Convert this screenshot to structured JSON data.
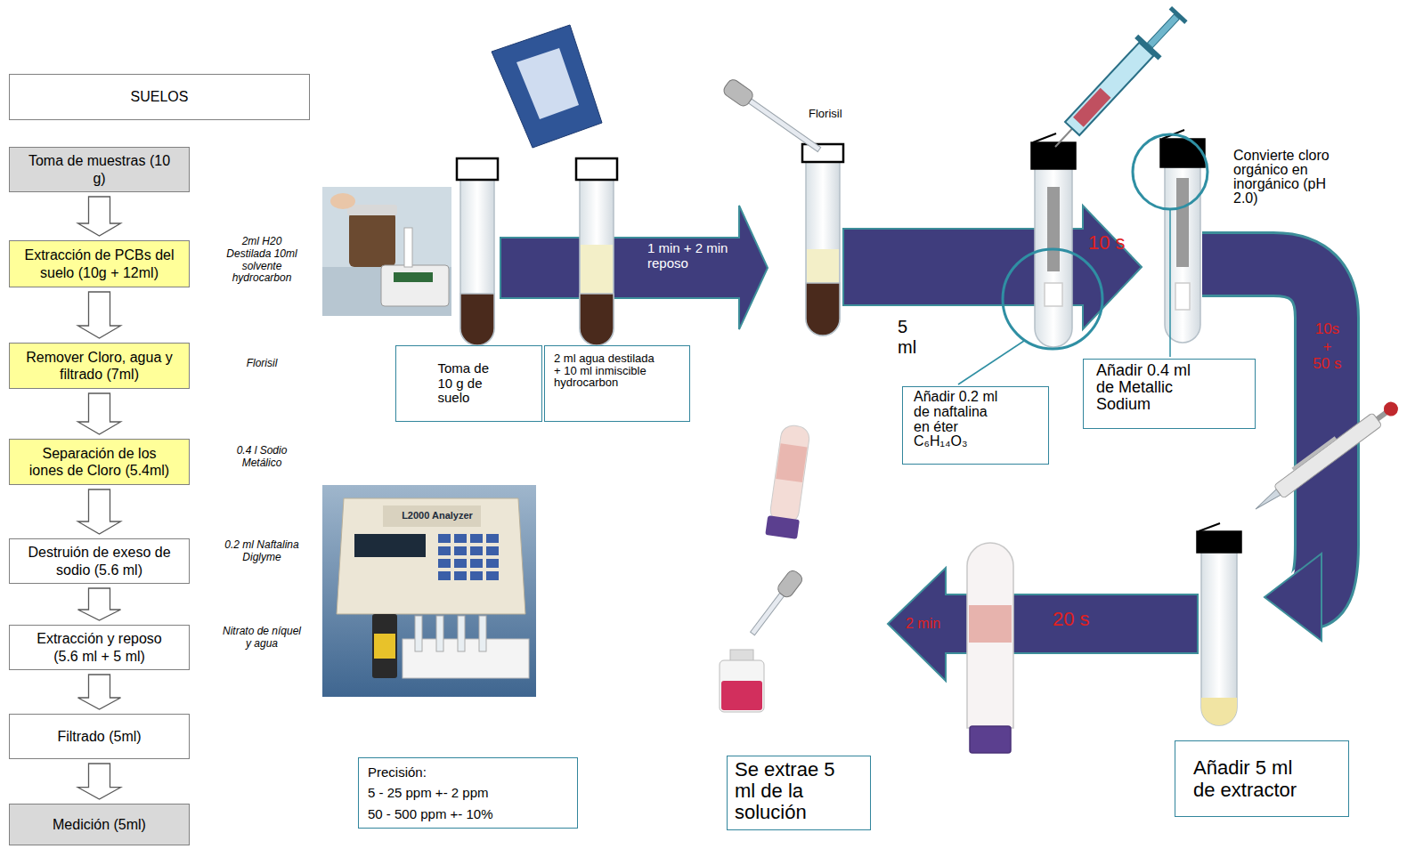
{
  "diagram": {
    "nodes": [
      {
        "text": [
          "SUELOS"
        ]
      },
      {
        "text": [
          "Toma de muestras (10 g)"
        ]
      },
      {
        "text": [
          "Extracción de PCBs del suelo (10g + 12ml)"
        ]
      },
      {
        "text": [
          "Remover Cloro, agua y filtrado (7ml)"
        ]
      },
      {
        "text": [
          "Separación de los iones de Cloro (5.4ml)"
        ]
      },
      {
        "text": [
          "Destruión de exeso de sodio (5.6 ml)"
        ]
      },
      {
        "text": [
          "Extracción y reposo (5.6 ml + 5 ml)"
        ]
      },
      {
        "text": [
          "Filtrado (5ml)"
        ]
      },
      {
        "text": [
          "Medición (5ml)"
        ]
      },
      {
        "text": [
          "Toma de 10 g de suelo"
        ]
      },
      {
        "text": [
          "2 ml agua destilada + 10 ml inmiscible hydrocarbon"
        ]
      },
      {
        "text": [
          "Añadir 0.2 ml de naftalina en éter C₆H₁₄O₃"
        ]
      },
      {
        "text": [
          "Añadir 0.4 ml de Metallic Sodium"
        ]
      },
      {
        "text": [
          "Precisión:",
          "5 - 25 ppm +- 2 ppm",
          "50 - 500 ppm +- 10%"
        ]
      },
      {
        "text": [
          "Se extrae 5 ml de la solución"
        ]
      },
      {
        "text": [
          "Añadir 5 ml de extractor"
        ]
      }
    ],
    "edges": [
      {
        "from": 1,
        "to": 2,
        "arrow": "to"
      },
      {
        "from": 2,
        "to": 3,
        "arrow": "to"
      },
      {
        "from": 3,
        "to": 4,
        "arrow": "to"
      },
      {
        "from": 4,
        "to": 5,
        "arrow": "to"
      },
      {
        "from": 5,
        "to": 6,
        "arrow": "to"
      },
      {
        "from": 6,
        "to": 7,
        "arrow": "to"
      },
      {
        "from": 7,
        "to": 8,
        "arrow": "to"
      }
    ],
    "labels": [
      "2ml H20 Destilada 10ml solvente hydrocarbon",
      "Florisil",
      "0.4 l Sodio Metálico",
      "0.2 ml Naftalina Diglyme",
      "Nitrato de níquel y agua",
      "1 min + 2 min reposo",
      "Florisil",
      "10 s",
      "5 ml",
      "Convierte cloro orgánico en inorgánico (pH 2.0)",
      "10s + 50 s",
      "20 s",
      "2 min",
      "L2000 Analyzer"
    ]
  }
}
